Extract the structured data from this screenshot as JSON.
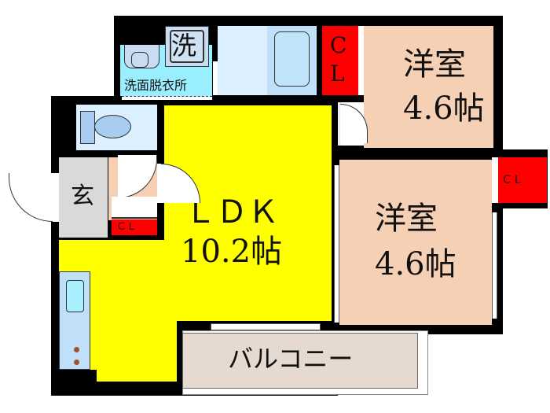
{
  "floorplan": {
    "rooms": {
      "ldk": {
        "label": "ＬＤＫ",
        "size": "10.2帖",
        "color": "#ffff00"
      },
      "western1": {
        "label": "洋室",
        "size": "4.6帖",
        "color": "#f5d0b5"
      },
      "western2": {
        "label": "洋室",
        "size": "4.6帖",
        "color": "#f5d0b5"
      },
      "entrance": {
        "label": "玄",
        "color": "#d9d9d9"
      },
      "washroom": {
        "label": "洗面脱衣所",
        "color": "#99eeff"
      },
      "washer": {
        "label": "洗"
      },
      "balcony": {
        "label": "バルコニー",
        "color": "#e6d9d0"
      },
      "bath": {
        "color": "#d6ecfa"
      },
      "toilet": {
        "color": "#d6ecfa"
      }
    },
    "closets": {
      "cl1": {
        "label_top": "C",
        "label_bottom": "L"
      },
      "cl2": {
        "label": "ＣＬ"
      },
      "cl3": {
        "label": "ＣＬ"
      }
    },
    "colors": {
      "wall": "#000000",
      "closet": "#ff0000",
      "fixture": "#bfe0f8"
    }
  }
}
